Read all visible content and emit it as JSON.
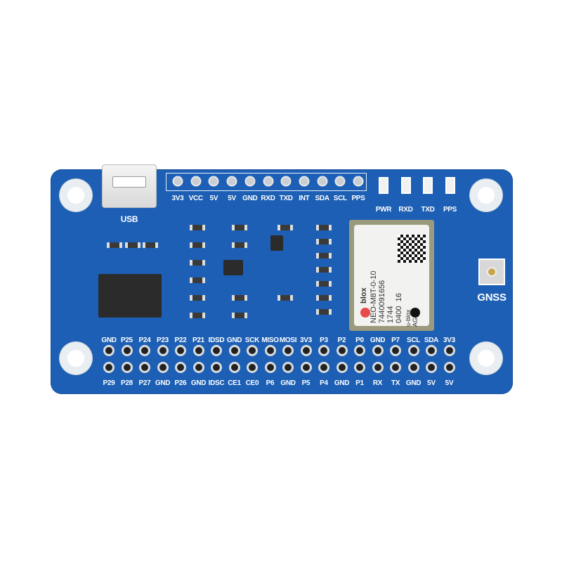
{
  "board": {
    "color": "#1c5fb5",
    "usb_label": "USB",
    "antenna_label": "GNSS",
    "top_header": [
      "3V3",
      "VCC",
      "5V",
      "5V",
      "GND",
      "RXD",
      "TXD",
      "INT",
      "SDA",
      "SCL",
      "PPS"
    ],
    "leds": [
      "PWR",
      "RXD",
      "TXD",
      "PPS"
    ],
    "gpio_top": [
      "GND",
      "P25",
      "P24",
      "P23",
      "P22",
      "P21",
      "IDSD",
      "GND",
      "SCK",
      "MISO",
      "MOSI",
      "3V3",
      "P3",
      "P2",
      "P0",
      "GND",
      "P7",
      "SCL",
      "SDA",
      "3V3"
    ],
    "gpio_bottom": [
      "P29",
      "P28",
      "P27",
      "GND",
      "P26",
      "GND",
      "IDSC",
      "CE1",
      "CE0",
      "P6",
      "GND",
      "P5",
      "P4",
      "GND",
      "P1",
      "RX",
      "TX",
      "GND",
      "5V",
      "5V"
    ],
    "module": {
      "brand": "blox",
      "text": "NEO-M8T-0-10\n7440091656\n1744\n0400  16",
      "maker": "u-blox AG"
    }
  }
}
